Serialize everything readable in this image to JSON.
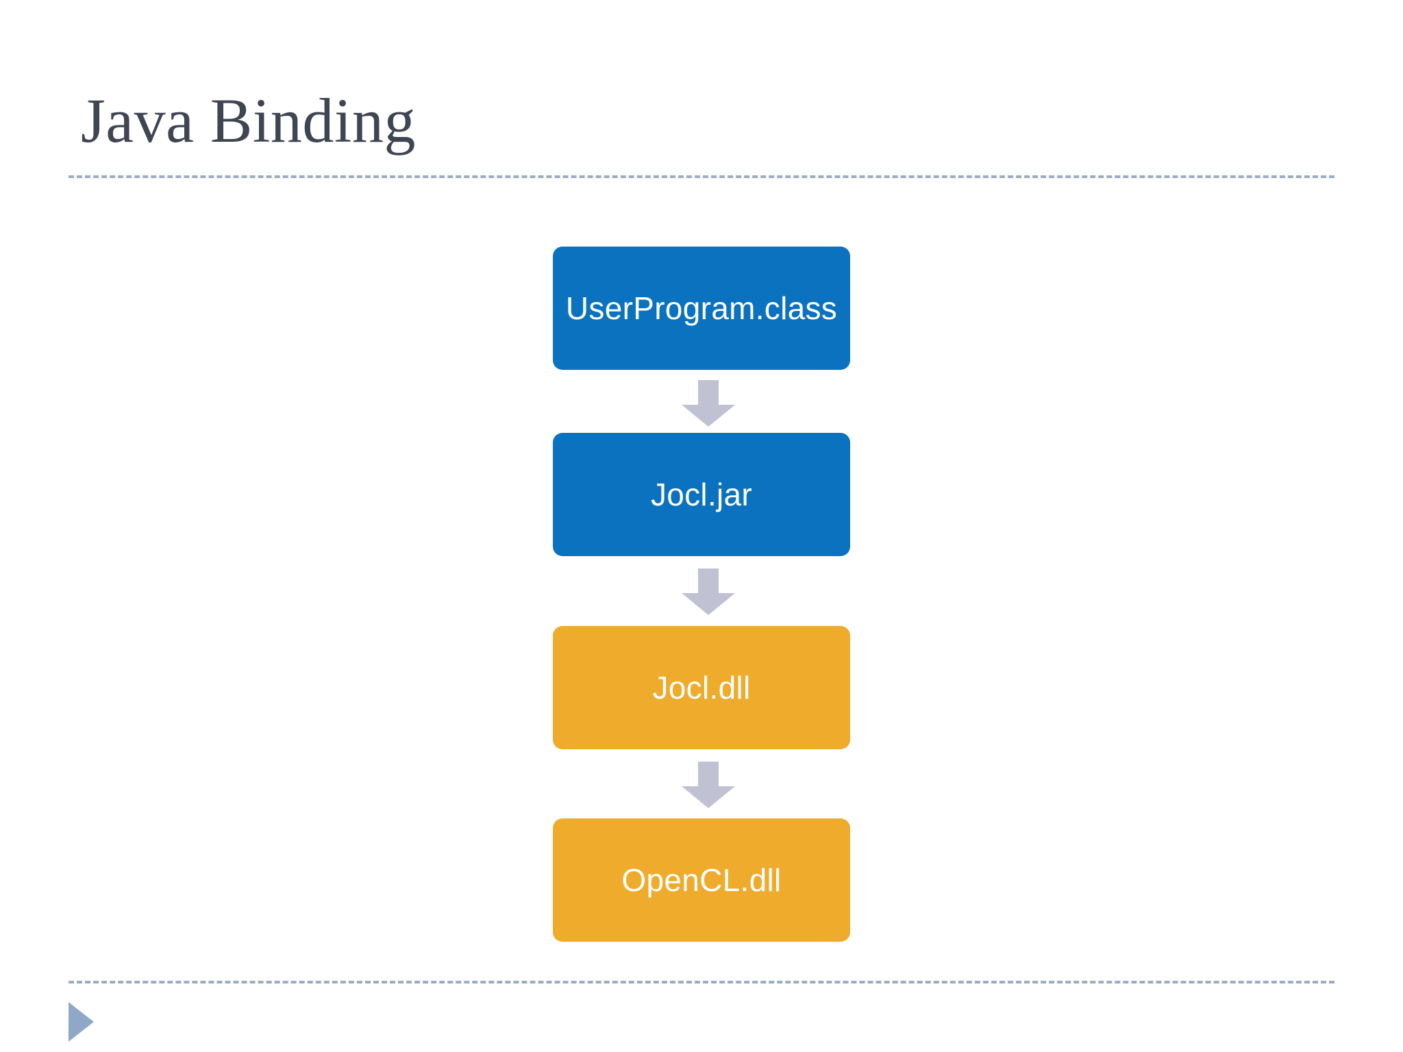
{
  "slide": {
    "title": "Java Binding",
    "title_color": "#3f4552",
    "background": "#ffffff",
    "rule_color": "#9aadc4",
    "marker_color": "#8fa8c8"
  },
  "diagram": {
    "type": "flowchart",
    "orientation": "vertical",
    "colors": {
      "blue": "#0a72bf",
      "orange": "#efab2c",
      "arrow": "#c0c2d4",
      "label": "#ffffff"
    },
    "nodes": [
      {
        "id": "user-program",
        "label": "UserProgram.class",
        "color": "blue"
      },
      {
        "id": "jocl-jar",
        "label": "Jocl.jar",
        "color": "blue"
      },
      {
        "id": "jocl-dll",
        "label": "Jocl.dll",
        "color": "orange"
      },
      {
        "id": "opencl-dll",
        "label": "OpenCL.dll",
        "color": "orange"
      }
    ],
    "edges": [
      {
        "from": "user-program",
        "to": "jocl-jar"
      },
      {
        "from": "jocl-jar",
        "to": "jocl-dll"
      },
      {
        "from": "jocl-dll",
        "to": "opencl-dll"
      }
    ]
  }
}
